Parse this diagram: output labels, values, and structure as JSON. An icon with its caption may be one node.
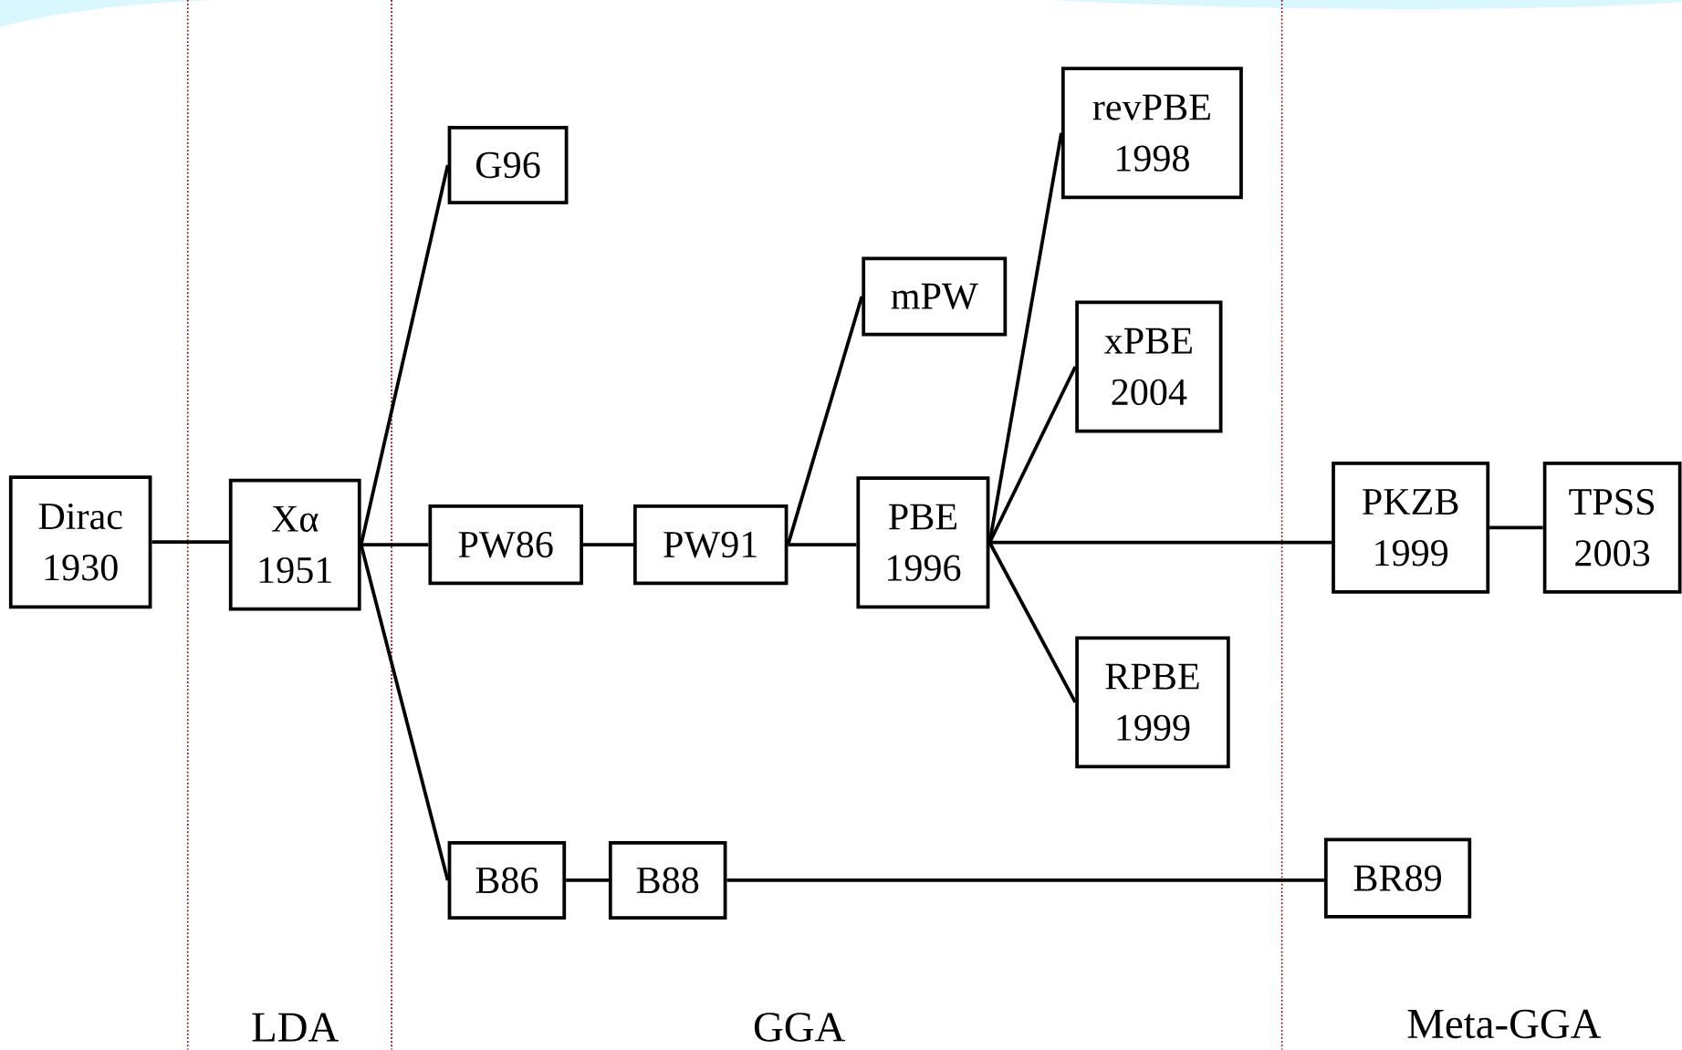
{
  "diagram": {
    "nodes": [
      {
        "text": [
          "Dirac",
          "1930"
        ]
      },
      {
        "text": [
          "Xα",
          "1951"
        ]
      },
      {
        "text": [
          "G96"
        ]
      },
      {
        "text": [
          "PW86"
        ]
      },
      {
        "text": [
          "B86"
        ]
      },
      {
        "text": [
          "PW91"
        ]
      },
      {
        "text": [
          "B88"
        ]
      },
      {
        "text": [
          "mPW"
        ]
      },
      {
        "text": [
          "PBE",
          "1996"
        ]
      },
      {
        "text": [
          "revPBE",
          "1998"
        ]
      },
      {
        "text": [
          "xPBE",
          "2004"
        ]
      },
      {
        "text": [
          "RPBE",
          "1999"
        ]
      },
      {
        "text": [
          "PKZB",
          "1999"
        ]
      },
      {
        "text": [
          "TPSS",
          "2003"
        ]
      },
      {
        "text": [
          "BR89"
        ]
      }
    ],
    "edges": [
      {
        "from": 0,
        "to": 1,
        "arrow": "none"
      },
      {
        "from": 1,
        "to": 2,
        "arrow": "none"
      },
      {
        "from": 1,
        "to": 3,
        "arrow": "none"
      },
      {
        "from": 1,
        "to": 4,
        "arrow": "none"
      },
      {
        "from": 3,
        "to": 5,
        "arrow": "none"
      },
      {
        "from": 5,
        "to": 7,
        "arrow": "none"
      },
      {
        "from": 5,
        "to": 8,
        "arrow": "none"
      },
      {
        "from": 8,
        "to": 9,
        "arrow": "none"
      },
      {
        "from": 8,
        "to": 10,
        "arrow": "none"
      },
      {
        "from": 8,
        "to": 11,
        "arrow": "none"
      },
      {
        "from": 8,
        "to": 12,
        "arrow": "none"
      },
      {
        "from": 12,
        "to": 13,
        "arrow": "none"
      },
      {
        "from": 4,
        "to": 6,
        "arrow": "none"
      },
      {
        "from": 6,
        "to": 14,
        "arrow": "none"
      }
    ],
    "labels": [
      "LDA",
      "GGA",
      "Meta-GGA"
    ]
  }
}
